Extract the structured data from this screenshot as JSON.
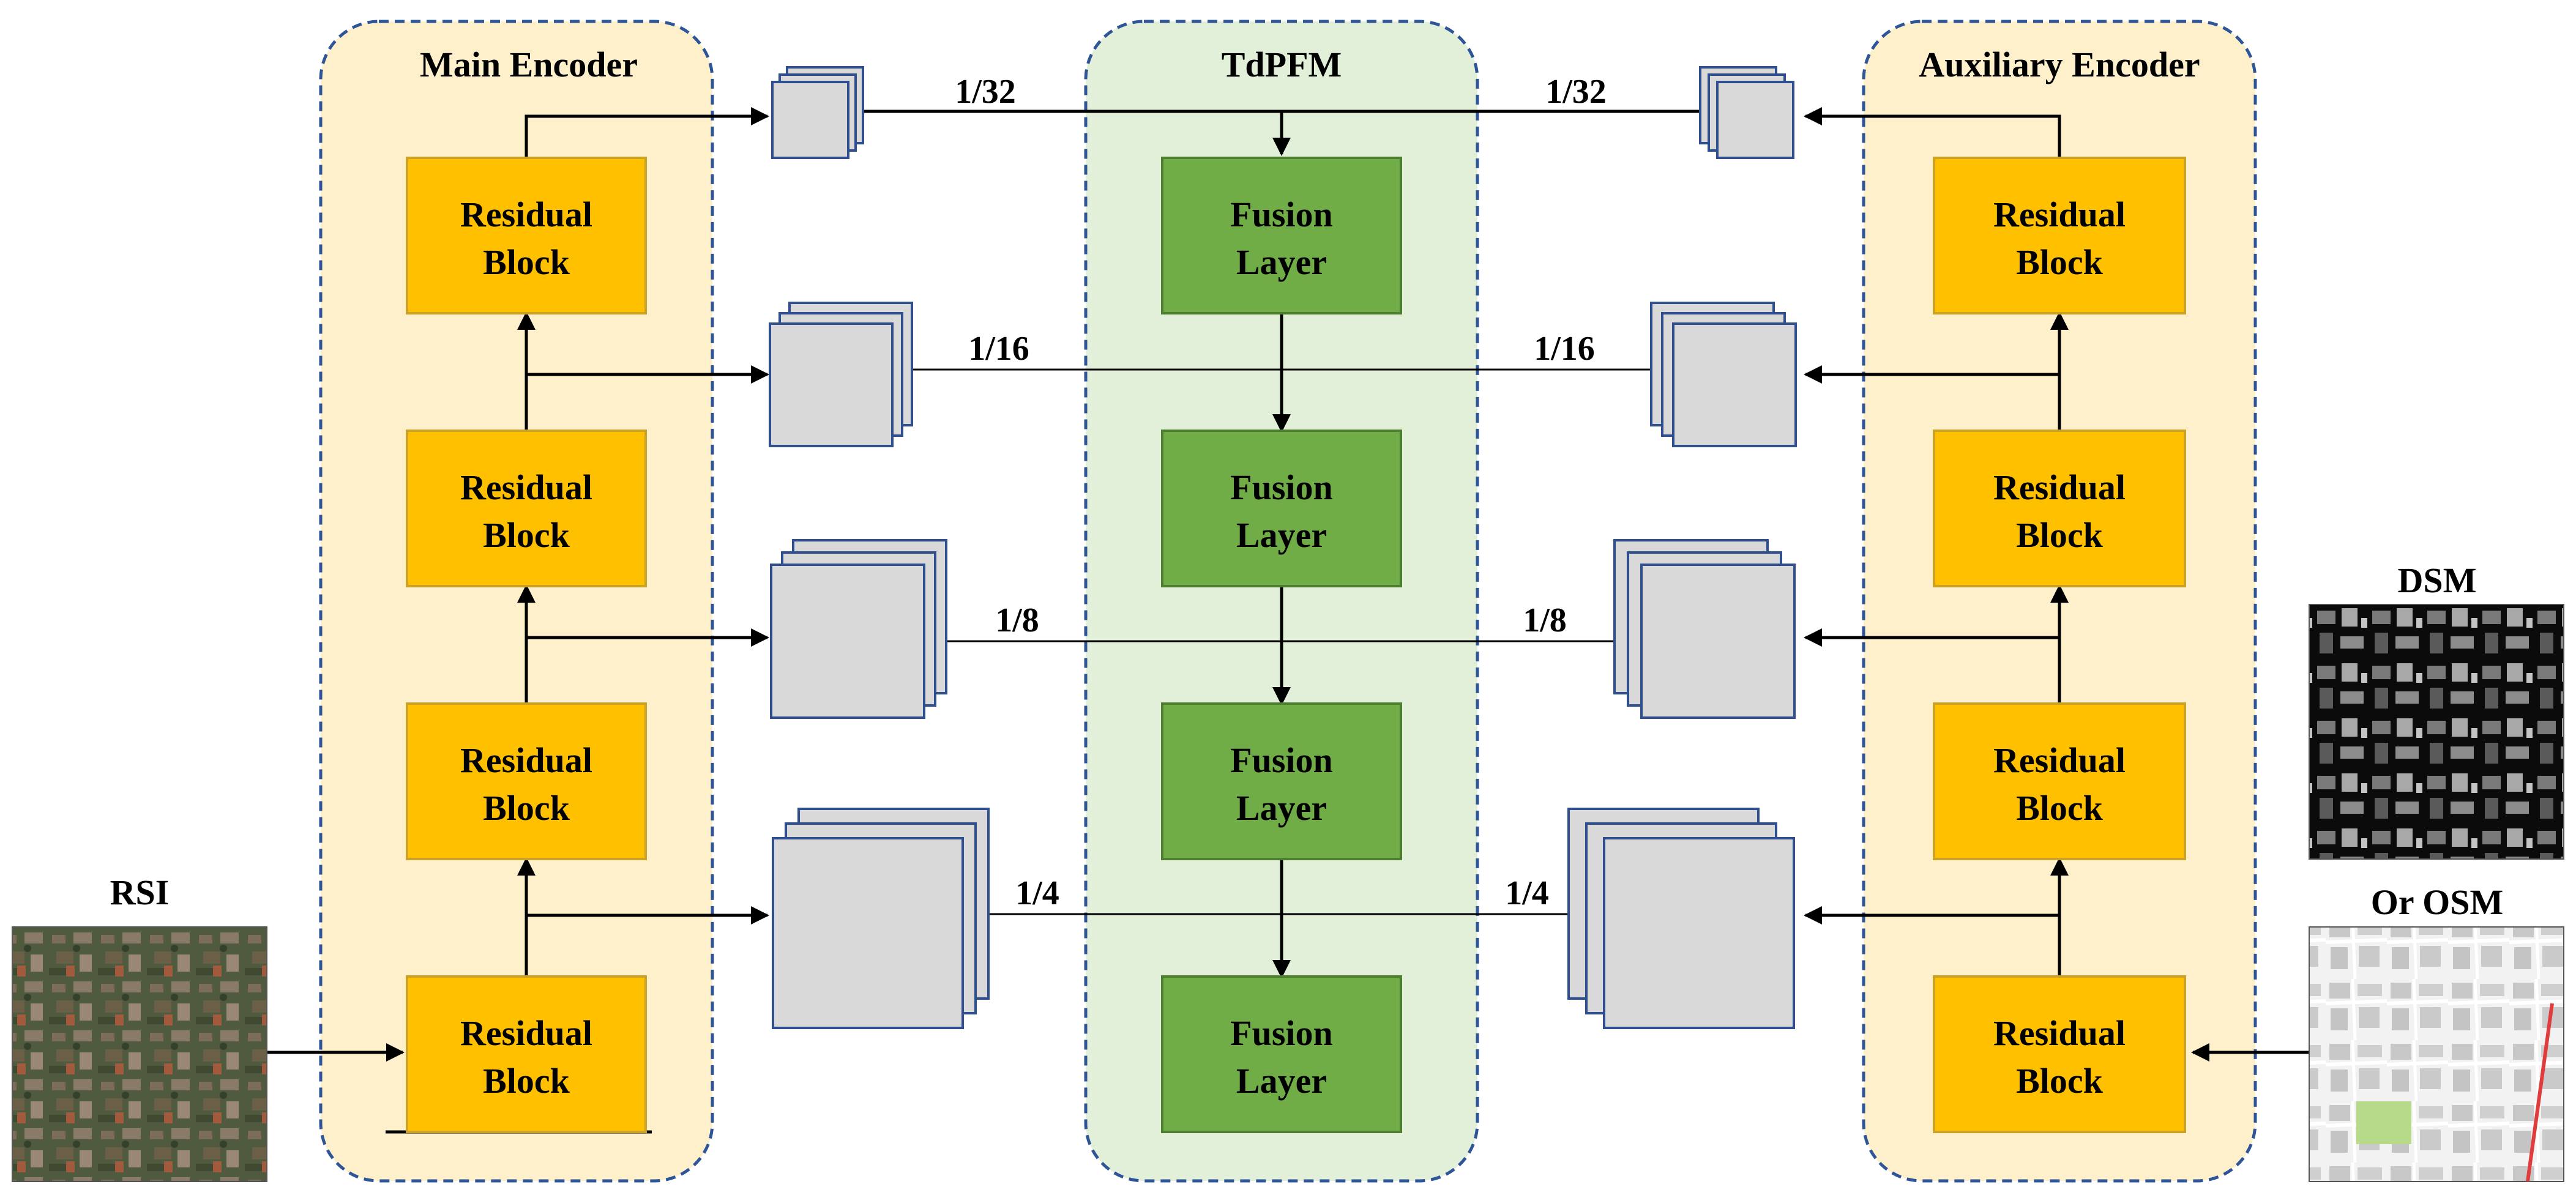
{
  "modules": {
    "main_encoder": "Main Encoder",
    "tdpfm": "TdPFM",
    "aux_encoder": "Auxiliary Encoder"
  },
  "block_labels": {
    "residual_line1": "Residual",
    "residual_line2": "Block",
    "fusion_line1": "Fusion",
    "fusion_line2": "Layer"
  },
  "inputs": {
    "rsi": "RSI",
    "dsm": "DSM",
    "osm": "Or OSM"
  },
  "scales": [
    "1/32",
    "1/16",
    "1/8",
    "1/4"
  ],
  "colors": {
    "encoder_bg": "#fff0cc",
    "fusion_bg": "#e2efd9",
    "dashed_border": "#2e5597",
    "residual_fill": "#ffc000",
    "residual_border": "#c9a227",
    "fusion_fill": "#70ad47",
    "fusion_border": "#4e7f31",
    "feature_fill": "#d9d9d9",
    "feature_border": "#2f4f8f"
  }
}
